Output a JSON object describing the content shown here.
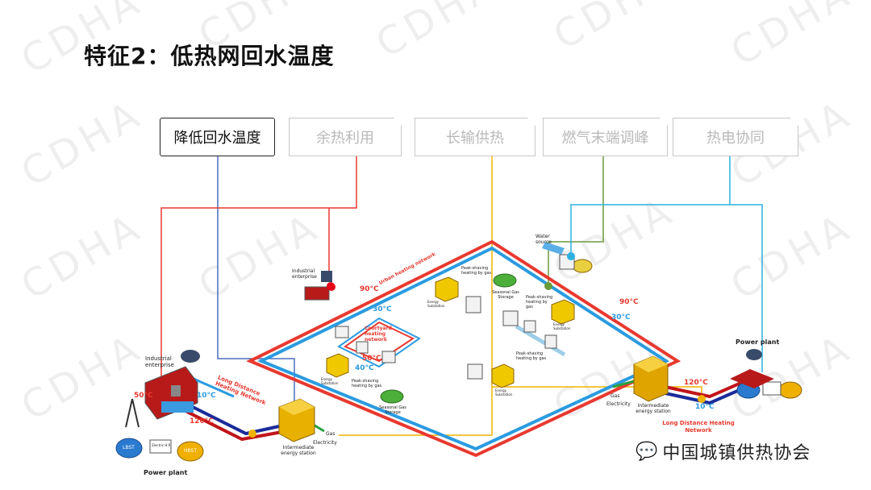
{
  "title": "特征2：低热网回水温度",
  "watermark": "CDHA",
  "tags": [
    {
      "label": "降低回水温度",
      "active": true
    },
    {
      "label": "余热利用",
      "active": false
    },
    {
      "label": "长输供热",
      "active": false
    },
    {
      "label": "燃气末端调峰",
      "active": false
    },
    {
      "label": "热电协同",
      "active": false
    }
  ],
  "labels": {
    "industrial_enterprise_1": "Industrial enterprise",
    "industrial_enterprise_2": "Industrial enterprise",
    "urban_network": "Urban heating network",
    "t90_top": "90°C",
    "t30_top": "30°C",
    "t90_right": "90°C",
    "t30_right": "30°C",
    "courtyard": "Courtyard heating network",
    "t50_court": "50°C",
    "t40_court": "40°C",
    "t50_left": "50°C",
    "t10_left": "10°C",
    "t120_left": "120°C",
    "t120_right": "120°C",
    "t10_right": "10°C",
    "ld_left": "Long Distance Heating Network",
    "ld_right": "Long Distance Heating Network",
    "ies_left": "Intermediate energy station",
    "ies_right": "Intermediate energy station",
    "gas_left": "Gas",
    "elec_left": "Electricity",
    "gas_right": "Gas",
    "elec_right": "Electricity",
    "power_plant_left": "Power plant",
    "power_plant_right": "Power plant",
    "water_source": "Water source",
    "seasonal_gas_1": "Seasonal Gas Storage",
    "seasonal_gas_2": "Seasonal Gas Storage",
    "peak_gas_1": "Peak-shaving heating by gas",
    "peak_gas_2": "Peak-shaving heating by gas",
    "peak_gas_3": "Peak-shaving heating by gas",
    "peak_gas_4": "Peak-shaving heating by gas",
    "energy_sub_1": "Energy Substation",
    "energy_sub_2": "Energy Substation",
    "energy_sub_3": "Energy Substation",
    "energy_sub_4": "Energy Substation",
    "lbst": "LBST",
    "hbst": "HBST",
    "chp": "Electric H.P."
  },
  "logo_text": "中国城镇供热协会",
  "colors": {
    "hot": "#e8392f",
    "cold": "#2a9be0",
    "hot_deep": "#c0151a",
    "cold_deep": "#1a2b9a",
    "yellow": "#f0b400",
    "blue_line": "#4a6fbf",
    "cyan_line": "#2cb0e0",
    "green_line": "#6a9a3a",
    "station": "#e0a800",
    "storage": "#f0c020"
  }
}
